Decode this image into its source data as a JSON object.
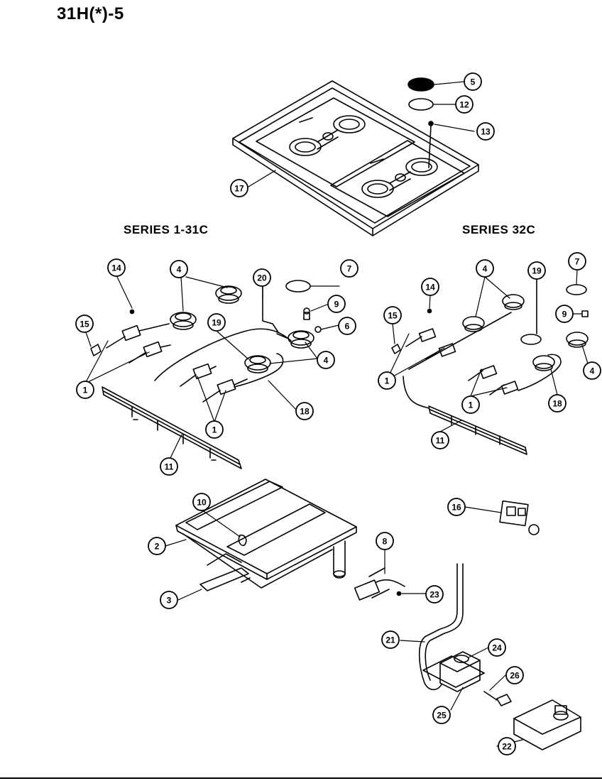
{
  "page": {
    "title": "31H(*)-5",
    "series_left": "SERIES 1-31C",
    "series_right": "SERIES 32C"
  },
  "diagram": {
    "callouts": {
      "c5": "5",
      "c12": "12",
      "c13": "13",
      "c17": "17",
      "l14": "14",
      "l4": "4",
      "l20": "20",
      "l7": "7",
      "l15": "15",
      "l19": "19",
      "l9": "9",
      "l6": "6",
      "l4b": "4",
      "l1a": "1",
      "l18": "18",
      "l1b": "1",
      "l11": "11",
      "r7": "7",
      "r4": "4",
      "r19": "19",
      "r14": "14",
      "r9": "9",
      "r15": "15",
      "r4b": "4",
      "r1a": "1",
      "r1b": "1",
      "r18": "18",
      "r11": "11",
      "b10": "10",
      "b2": "2",
      "b3": "3",
      "b8": "8",
      "b23": "23",
      "b16": "16",
      "b21": "21",
      "b24": "24",
      "b26": "26",
      "b25": "25",
      "b22": "22"
    }
  }
}
